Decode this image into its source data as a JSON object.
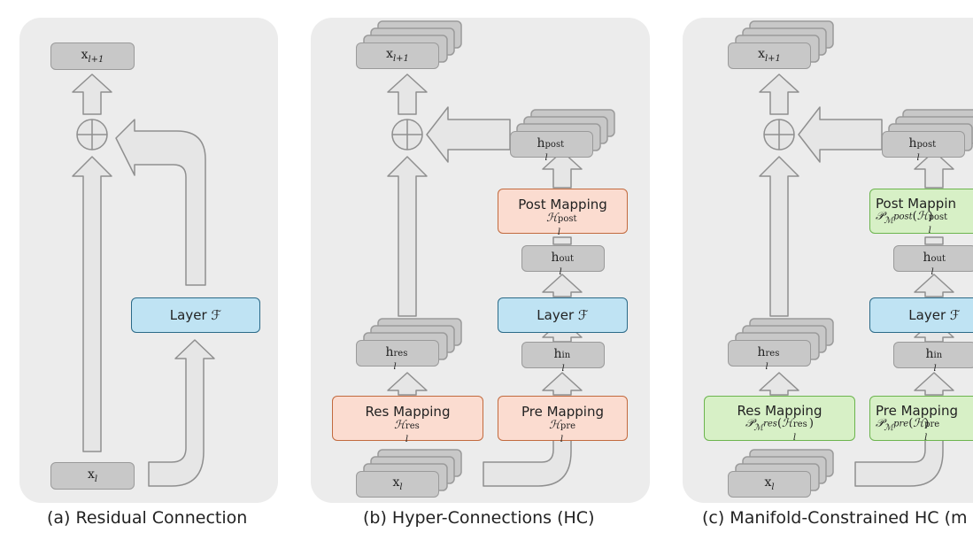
{
  "captions": {
    "a": "(a) Residual Connection",
    "b": "(b) Hyper-Connections (HC)",
    "c": "(c) Manifold-Constrained HC (m"
  },
  "labels": {
    "x_out": "x",
    "x_out_sub": "l+1",
    "x_in": "x",
    "x_in_sub": "l",
    "layer": "Layer",
    "layer_symbol": "ℱ",
    "h": "h",
    "sub_l": "l",
    "res": "res",
    "in": "in",
    "out": "out",
    "post": "post",
    "pre": "pre",
    "res_mapping": "Res Mapping",
    "pre_mapping": "Pre Mapping",
    "post_mapping": "Post Mapping",
    "post_mapping_c": "Post Mappin",
    "pre_mapping_c": "Pre Mapping",
    "H_sym": "ℋ",
    "P_sym": "𝒫",
    "M_sym": "ℳ"
  }
}
